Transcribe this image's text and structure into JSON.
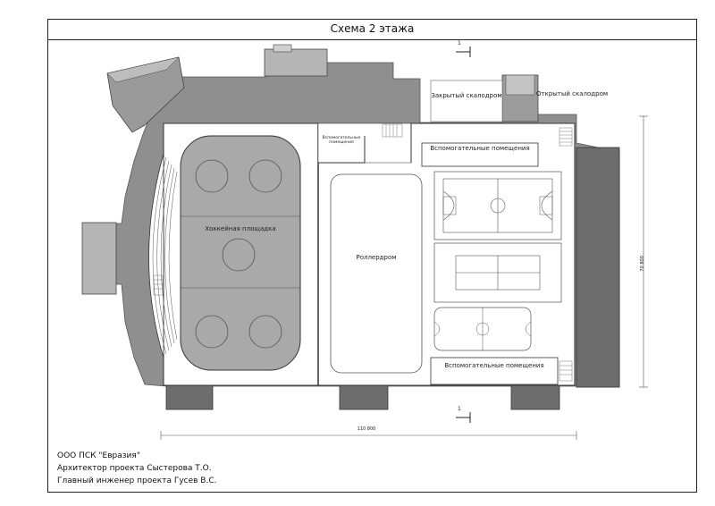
{
  "title": "Схема 2 этажа",
  "labels": {
    "closed_climbing": "Закрытый скалодром",
    "open_climbing": "Открытый скалодром",
    "aux_small": "Вспомогательные помещения",
    "aux_top": "Вспомогательные помещения",
    "aux_bottom": "Вспомогательные помещения",
    "hockey": "Хоккейная площадка",
    "roller": "Роллердром"
  },
  "section_marks": {
    "top": "1",
    "bottom": "1"
  },
  "dimensions": {
    "width": "110 800",
    "height": "70 800"
  },
  "info": {
    "company": "ООО ПСК \"Евразия\"",
    "architect": "Архитектор проекта Сыстерова Т.О.",
    "engineer": "Главный инженер проекта Гусев В.С."
  },
  "colors": {
    "wall": "#8f8f8f",
    "wall_dark": "#6d6d6d",
    "rink": "#a9a9a9",
    "floor": "#ffffff",
    "frame": "#222222"
  }
}
